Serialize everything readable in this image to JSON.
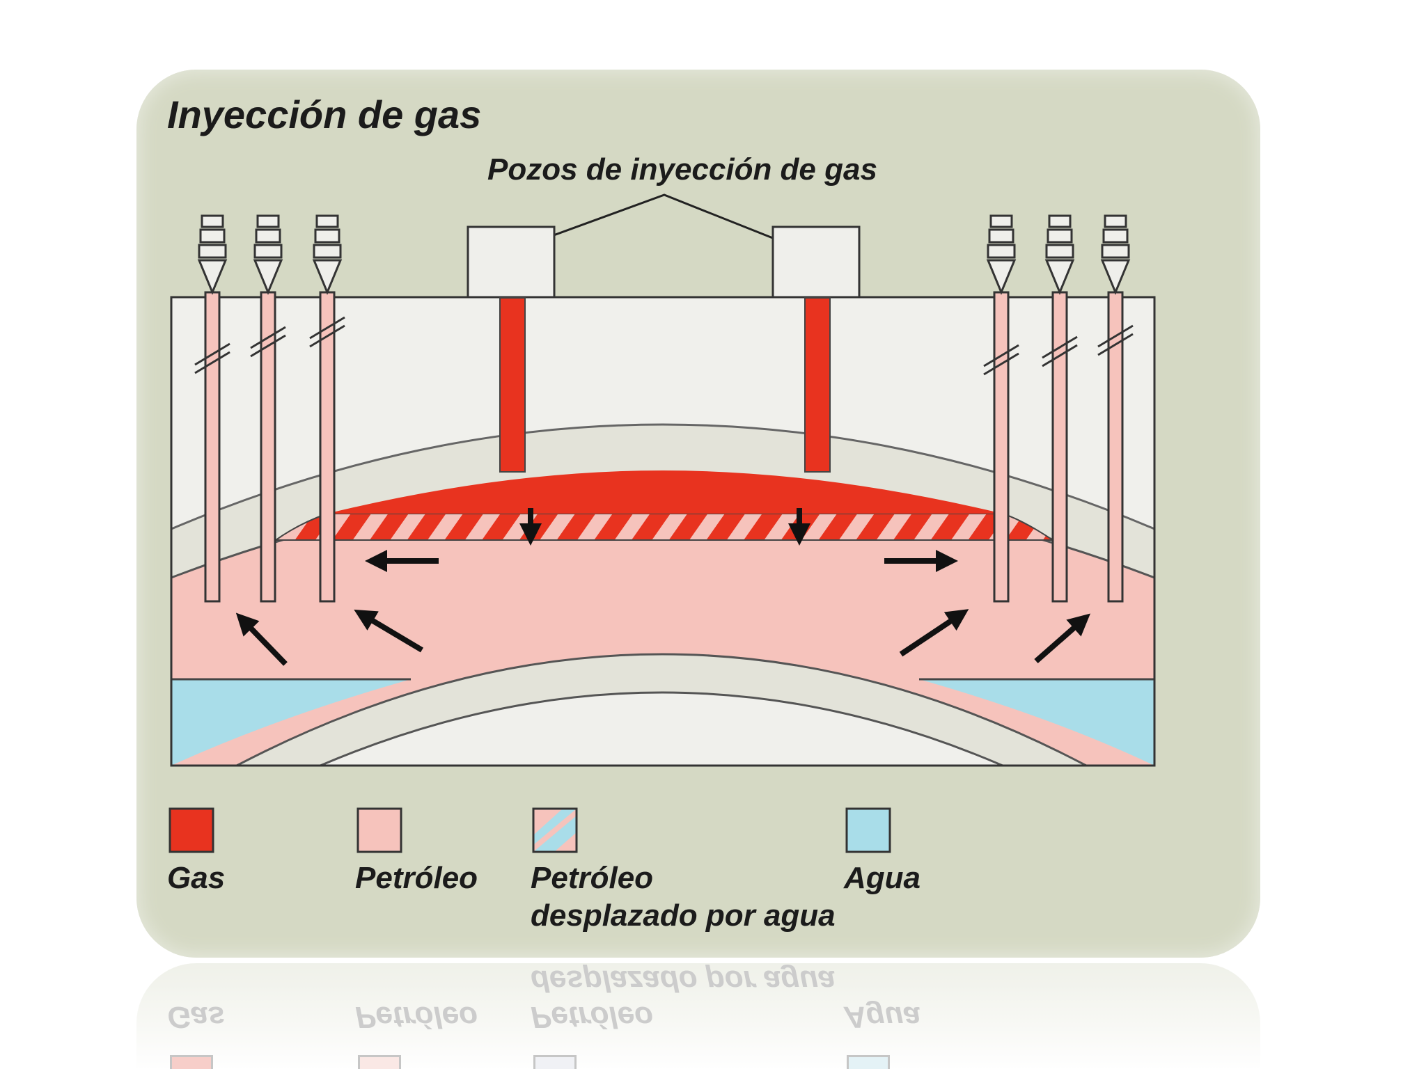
{
  "title": "Inyección de gas",
  "wells_label": "Pozos de inyección de gas",
  "legend": [
    {
      "label": "Gas",
      "color": "#e8331f"
    },
    {
      "label": "Petróleo",
      "color": "#f6c3bc"
    },
    {
      "label": "Petróleo",
      "label2": "desplazado por agua",
      "color": "#f6c3bc",
      "color2": "#a9dde9"
    },
    {
      "label": "Agua",
      "color": "#a9dde9"
    }
  ],
  "colors": {
    "background": "#d5d9c4",
    "gas": "#e8331f",
    "oil": "#f6c3bc",
    "water": "#a9dde9",
    "rock": "#e6e6de",
    "cap_rock": "#f2f2ee"
  }
}
